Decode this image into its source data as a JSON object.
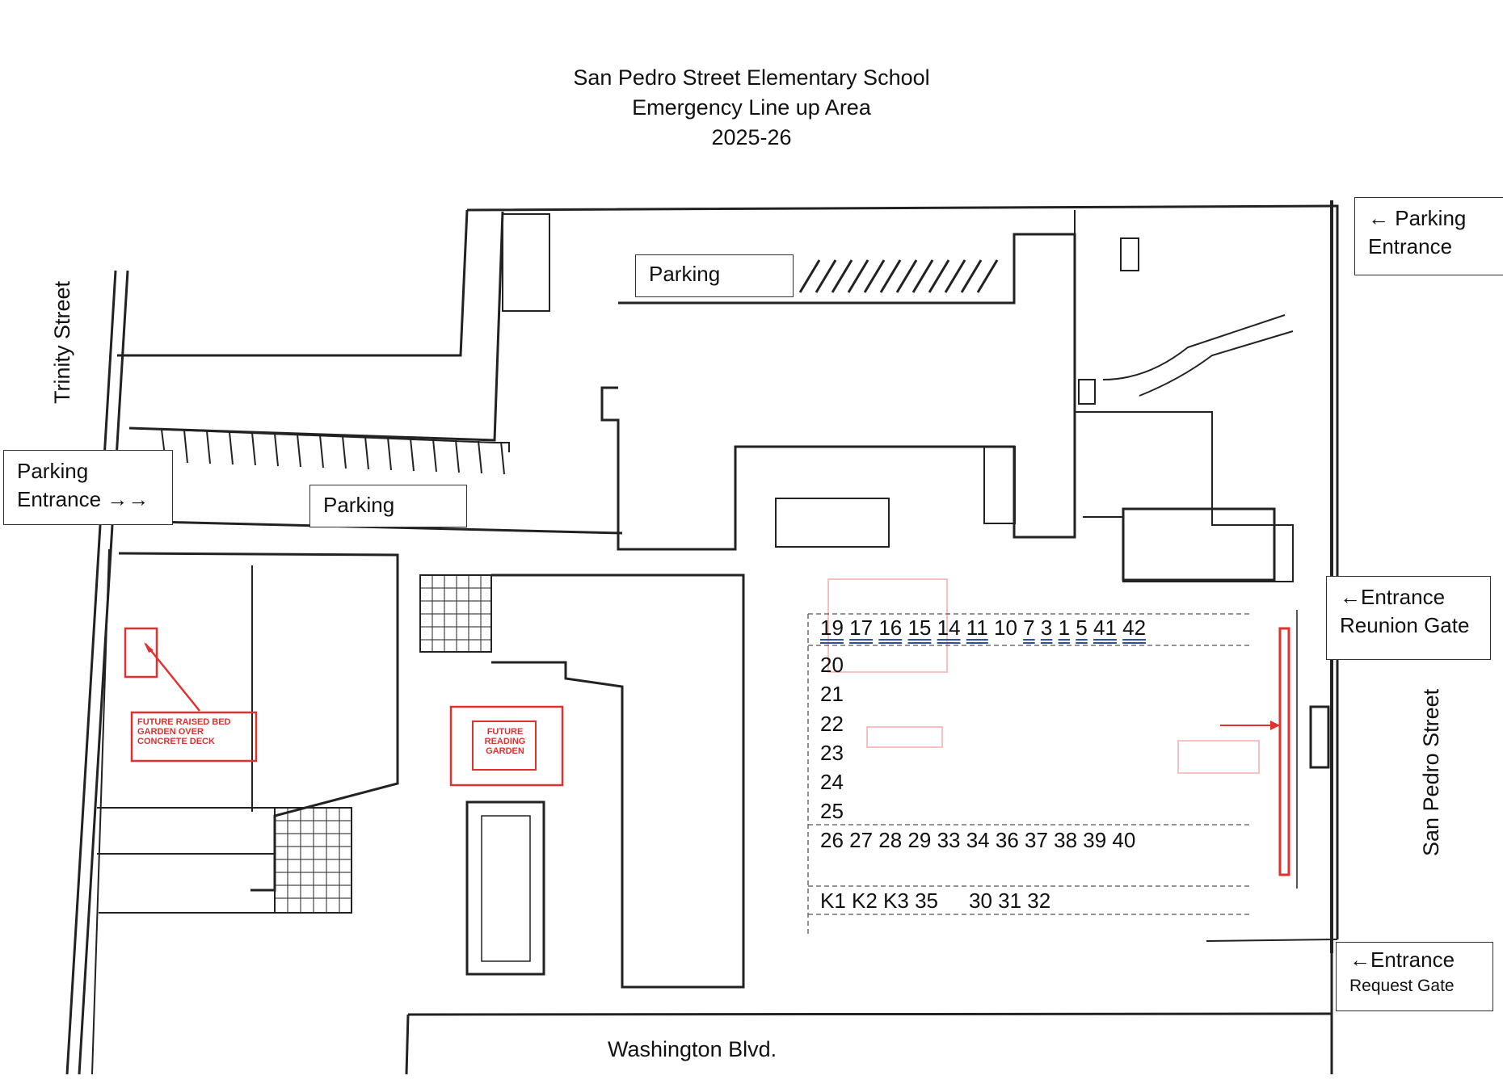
{
  "title": {
    "line1": "San Pedro Street Elementary School",
    "line2": "Emergency Line up Area",
    "line3": "2025-26"
  },
  "callouts": {
    "parking_entrance_top": {
      "line1": "← Parking",
      "line2": "Entrance"
    },
    "parking_entrance_left": {
      "line1": "Parking",
      "line2": "Entrance →→"
    },
    "parking_top": "Parking",
    "parking_left": "Parking",
    "reunion_gate": {
      "line1": "←Entrance",
      "line2": "Reunion Gate"
    },
    "request_gate": {
      "line1": "←Entrance",
      "line2": "Request Gate"
    }
  },
  "streets": {
    "trinity": "Trinity Street",
    "san_pedro": "San Pedro Street",
    "washington": "Washington Blvd."
  },
  "lineup": {
    "row_top": [
      "19",
      "17",
      "16",
      "15",
      "14",
      "11",
      "10",
      "7",
      "3",
      "1",
      "5",
      "41",
      "42"
    ],
    "column": [
      "20",
      "21",
      "22",
      "23",
      "24",
      "25"
    ],
    "row_middle": "26 27 28 29 33 34 36 37 38 39 40",
    "row_bottom_left": "K1 K2 K3 35",
    "row_bottom_right": "30 31 32"
  },
  "map_notes": {
    "future_raised_bed": "FUTURE RAISED BED GARDEN OVER CONCRETE DECK",
    "future_reading_garden": "FUTURE READING GARDEN"
  },
  "colors": {
    "plan_lines": "#222222",
    "red_markup": "#e03131",
    "underline": "#2e4fa8"
  }
}
